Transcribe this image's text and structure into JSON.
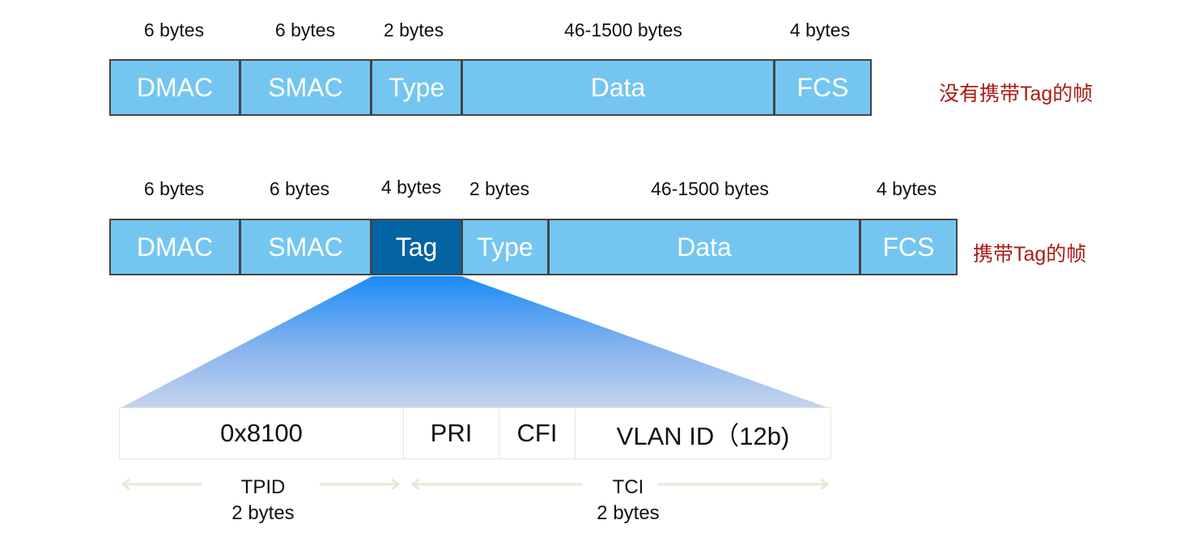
{
  "untagged": {
    "label": "没有携带Tag的帧",
    "fields": [
      {
        "name": "DMAC",
        "size": "6 bytes"
      },
      {
        "name": "SMAC",
        "size": "6 bytes"
      },
      {
        "name": "Type",
        "size": "2 bytes"
      },
      {
        "name": "Data",
        "size": "46-1500 bytes"
      },
      {
        "name": "FCS",
        "size": "4 bytes"
      }
    ]
  },
  "tagged": {
    "label": "携带Tag的帧",
    "fields": [
      {
        "name": "DMAC",
        "size": "6 bytes"
      },
      {
        "name": "SMAC",
        "size": "6 bytes"
      },
      {
        "name": "Tag",
        "size": "4 bytes"
      },
      {
        "name": "Type",
        "size": "2 bytes"
      },
      {
        "name": "Data",
        "size": "46-1500 bytes"
      },
      {
        "name": "FCS",
        "size": "4 bytes"
      }
    ]
  },
  "tag_detail": {
    "cells": [
      "0x8100",
      "PRI",
      "CFI",
      "VLAN ID（12b)"
    ],
    "tpid": {
      "name": "TPID",
      "size": "2 bytes"
    },
    "tci": {
      "name": "TCI",
      "size": "2 bytes"
    }
  },
  "colors": {
    "field": "#74c6f0",
    "tag": "#0463a3",
    "label": "#a81c14"
  }
}
